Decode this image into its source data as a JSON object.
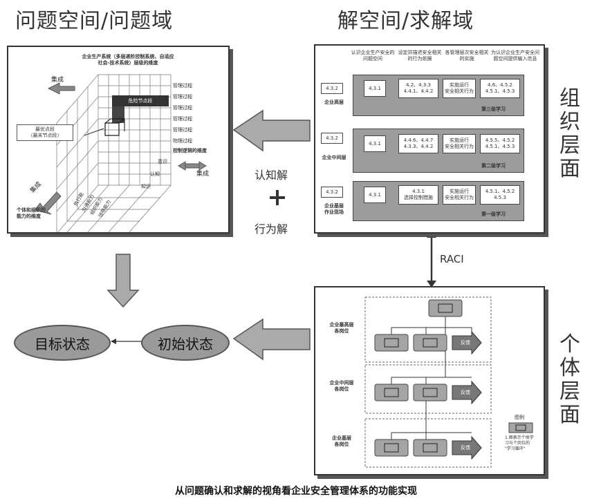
{
  "titles": {
    "left": "问题空间/问题域",
    "right": "解空间/求解域",
    "org_level": "组织层面",
    "ind_level": "个体层面",
    "caption": "从问题确认和求解的视角看企业安全管理体系的功能实现"
  },
  "middle": {
    "cognitive": "认知解",
    "plus": "+",
    "behavior": "行为解",
    "raci": "RACI"
  },
  "states": {
    "target": "目标状态",
    "initial": "初始状态"
  },
  "cube": {
    "header_line1": "企业生产系统（多层递阶控制系统、自适应",
    "header_line2": "社会-技术系统）层级的维度",
    "jicheng_top": "集成",
    "jicheng_right": "集成",
    "jicheng_left": "集成",
    "dangerous_zone": "危险节点段",
    "stage_label_1": "最优点段",
    "stage_label_2": "（最末节点段）",
    "process_labels": [
      "管理过程",
      "管理过程",
      "管理过程",
      "管理过程",
      "管理过程",
      "物理过程"
    ],
    "control_axis": "控制逻辑的维度",
    "depth_labels": [
      "意识",
      "认知",
      "知识"
    ],
    "ability_axis_1": "个体和组织的",
    "ability_axis_2": "能力的维度",
    "diag_labels": [
      "执行能",
      "沟通能力",
      "组织能力",
      "领导能力"
    ]
  },
  "org": {
    "headers": [
      "认识企业生产安全的问题空间",
      "设定并描述安全相关的行为依据",
      "各管理层次安全相关的实施",
      "为认识企业生产安全问题空间提供输入信息"
    ],
    "rows": [
      {
        "side": "企业高层",
        "left_code": "4.3.2",
        "cells": [
          "4.3.1",
          "4.2、4.3.3\n4.4.1、4.4.2",
          "实施运行\n安全相关行为",
          "4.6、4.5.2\n4.5.1、4.5.3"
        ],
        "footer": "第三级学习"
      },
      {
        "side": "企业中间层",
        "left_code": "4.3.2",
        "cells": [
          "4.3.1",
          "4.4.6、4.4.7\n4.3.3、4.4.2",
          "实施运行\n安全相关行为",
          "4.5.5、4.5.2\n4.5.1、4.5.3"
        ],
        "footer": "第二级学习"
      },
      {
        "side": "企业基层\n作业现场",
        "left_code": "4.3.2",
        "cells": [
          "4.3.1",
          "4.3.1\n选择控制措施",
          "实施运行\n安全相关行为",
          "4.5.1、4.5.2\n4.5.3"
        ],
        "footer": "第一级学习"
      }
    ]
  },
  "ind": {
    "levels": [
      "企业最高层\n各岗位",
      "企业中间层\n各岗位",
      "企业基层\n各岗位"
    ],
    "arrow_label": "反馈",
    "legend_title": "图例",
    "legend_text": "1.图表示个体学\n习与个岗位的\n\"学习循环\""
  }
}
